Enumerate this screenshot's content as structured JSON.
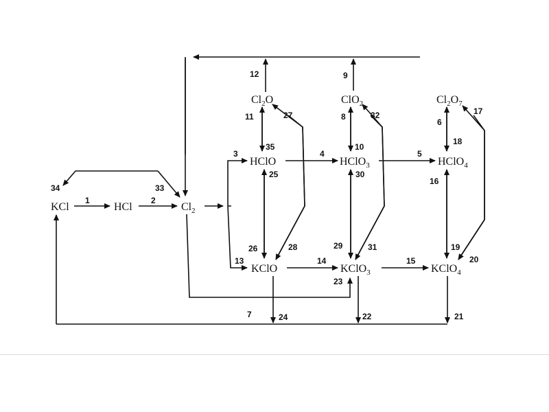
{
  "nodes": {
    "kcl": "KCl",
    "hcl": "HCl",
    "cl2": {
      "base": "Cl",
      "sub": "2"
    },
    "cl2o": {
      "a": "Cl",
      "sub": "2",
      "b": "O"
    },
    "clo2": {
      "a": "ClO",
      "sub": "2"
    },
    "cl2o7": {
      "a": "Cl",
      "sub1": "2",
      "b": "O",
      "sub2": "7"
    },
    "hclo": "HClO",
    "hclo3": {
      "a": "HClO",
      "sub": "3"
    },
    "hclo4": {
      "a": "HClO",
      "sub": "4"
    },
    "kclo": "KClO",
    "kclo3": {
      "a": "KClO",
      "sub": "3"
    },
    "kclo4": {
      "a": "KClO",
      "sub": "4"
    }
  },
  "reaction_numbers": [
    "1",
    "2",
    "3",
    "4",
    "5",
    "6",
    "7",
    "8",
    "9",
    "10",
    "11",
    "12",
    "13",
    "14",
    "15",
    "16",
    "17",
    "18",
    "19",
    "20",
    "21",
    "22",
    "23",
    "24",
    "25",
    "26",
    "27",
    "28",
    "29",
    "30",
    "31",
    "32",
    "33",
    "34",
    "35"
  ]
}
